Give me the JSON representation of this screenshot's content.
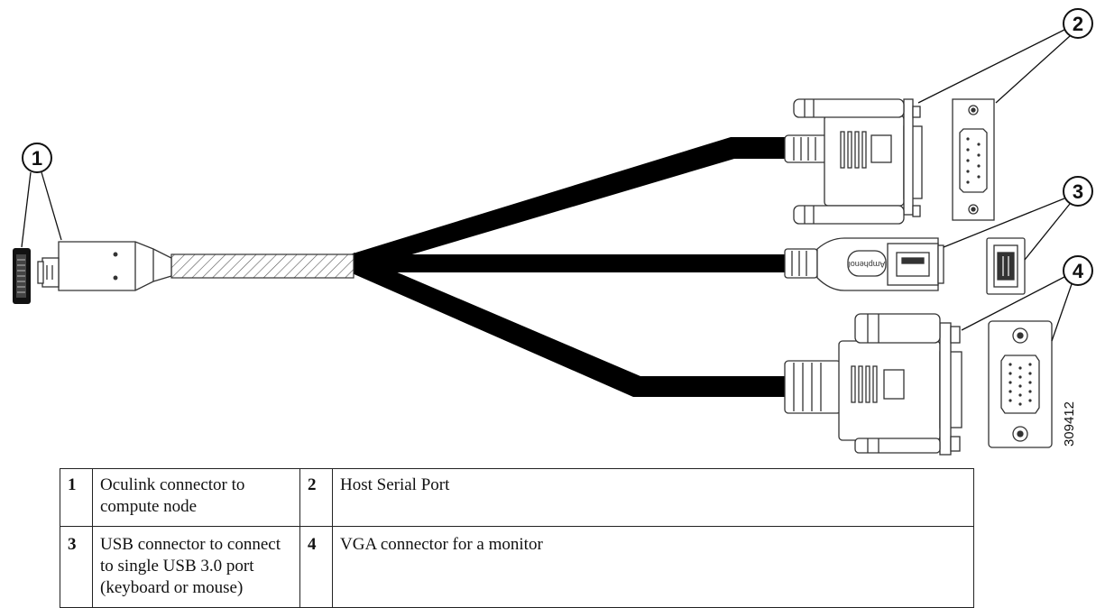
{
  "figure": {
    "callouts": [
      "1",
      "2",
      "3",
      "4"
    ],
    "usb_brand": "Amphenol",
    "figure_id": "309412"
  },
  "legend": {
    "rows": [
      {
        "n1": "1",
        "d1": "Oculink connector to compute node",
        "n2": "2",
        "d2": "Host Serial Port"
      },
      {
        "n1": "3",
        "d1": "USB connector to connect to single USB 3.0 port (keyboard or mouse)",
        "n2": "4",
        "d2": "VGA connector for a monitor"
      }
    ]
  }
}
